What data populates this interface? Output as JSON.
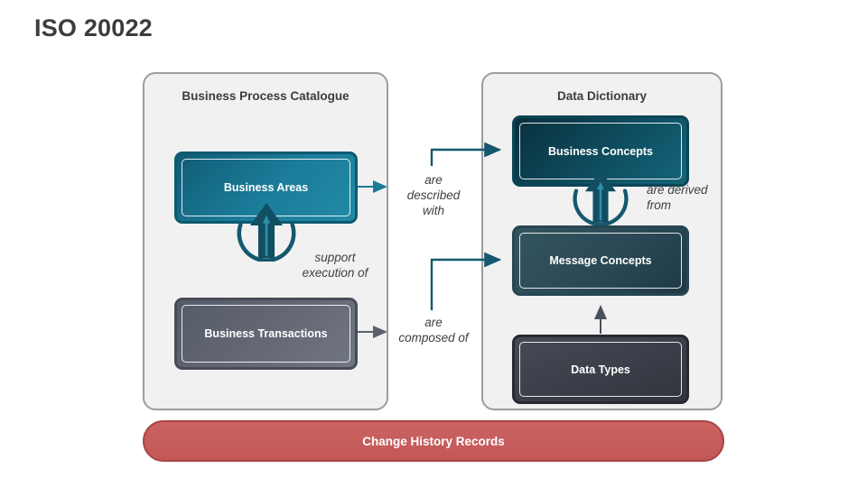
{
  "title": "ISO 20022",
  "catalogue": {
    "title": "Business Process Catalogue",
    "business_areas": "Business Areas",
    "business_transactions": "Business Transactions",
    "support_note": "support\nexecution of"
  },
  "dictionary": {
    "title": "Data Dictionary",
    "business_concepts": "Business Concepts",
    "message_concepts": "Message Concepts",
    "data_types": "Data Types",
    "derived_note": "are derived\nfrom"
  },
  "relations": {
    "described": "are\ndescribed\nwith",
    "composed": "are\ncomposed of"
  },
  "footer": {
    "label": "Change History Records"
  },
  "icons": {
    "loop_arrow": "circular-up-arrow"
  },
  "colors": {
    "teal_box": "#1b7e9b",
    "dark_teal_box": "#0f5063",
    "slate_box": "#646974",
    "charcoal_box": "#3b3e48",
    "teal_arrow": "#1b7b97",
    "dark_teal_arrow": "#14586e",
    "slate_arrow": "#5c616e",
    "footer_red": "#c75f5e",
    "panel_gray": "#f1f1f1"
  }
}
